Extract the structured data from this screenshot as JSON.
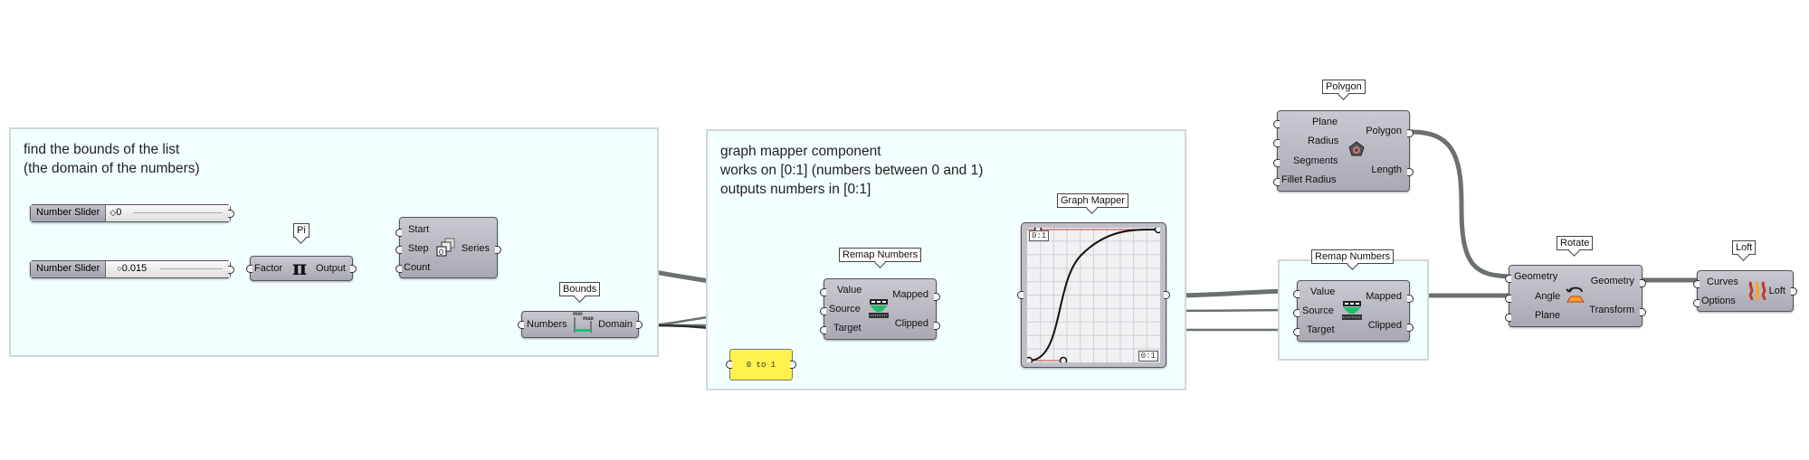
{
  "groups": [
    {
      "id": "bounds-group",
      "text": "find the bounds of the list\n(the domain of the numbers)"
    },
    {
      "id": "graph-group",
      "text": "graph mapper component\nworks on [0:1] (numbers between 0 and 1)\noutputs numbers in [0:1]"
    },
    {
      "id": "remap2-group",
      "text": ""
    }
  ],
  "sliders": [
    {
      "label": "Number Slider",
      "value": "0"
    },
    {
      "label": "Number Slider",
      "value": "0.015"
    }
  ],
  "pi": {
    "bubble": "Pi",
    "inputs": [
      "Factor"
    ],
    "outputs": [
      "Output"
    ],
    "icon": "pi-icon"
  },
  "series": {
    "inputs": [
      "Start",
      "Step",
      "Count"
    ],
    "outputs": [
      "Series"
    ],
    "icon": "series-icon"
  },
  "bounds": {
    "bubble": "Bounds",
    "inputs": [
      "Numbers"
    ],
    "outputs": [
      "Domain"
    ],
    "icon": "bounds-icon",
    "icon_min": "min",
    "icon_max": "max"
  },
  "remap1": {
    "bubble": "Remap Numbers",
    "inputs": [
      "Value",
      "Source",
      "Target"
    ],
    "outputs": [
      "Mapped",
      "Clipped"
    ],
    "icon": "remap-icon"
  },
  "panel": {
    "text": "0 to 1"
  },
  "graph_mapper": {
    "bubble": "Graph Mapper",
    "domain_x": "0:1",
    "domain_y": "0:1",
    "curve": "sigmoid"
  },
  "remap2": {
    "bubble": "Remap Numbers",
    "inputs": [
      "Value",
      "Source",
      "Target"
    ],
    "outputs": [
      "Mapped",
      "Clipped"
    ],
    "icon": "remap-icon"
  },
  "polygon": {
    "bubble": "Polygon",
    "inputs": [
      "Plane",
      "Radius",
      "Segments",
      "Fillet Radius"
    ],
    "outputs": [
      "Polygon",
      "Length"
    ],
    "icon": "polygon-icon"
  },
  "rotate": {
    "bubble": "Rotate",
    "inputs": [
      "Geometry",
      "Angle",
      "Plane"
    ],
    "outputs": [
      "Geometry",
      "Transform"
    ],
    "icon": "rotate-icon"
  },
  "loft": {
    "bubble": "Loft",
    "inputs": [
      "Curves",
      "Options"
    ],
    "outputs": [
      "Loft"
    ],
    "icon": "loft-icon"
  },
  "colors": {
    "group_bg": "#f2ffff",
    "component": "#b5b5bd",
    "wire": "#6a706e",
    "panel": "#fff24d",
    "graph_edge": "#c0392b"
  }
}
